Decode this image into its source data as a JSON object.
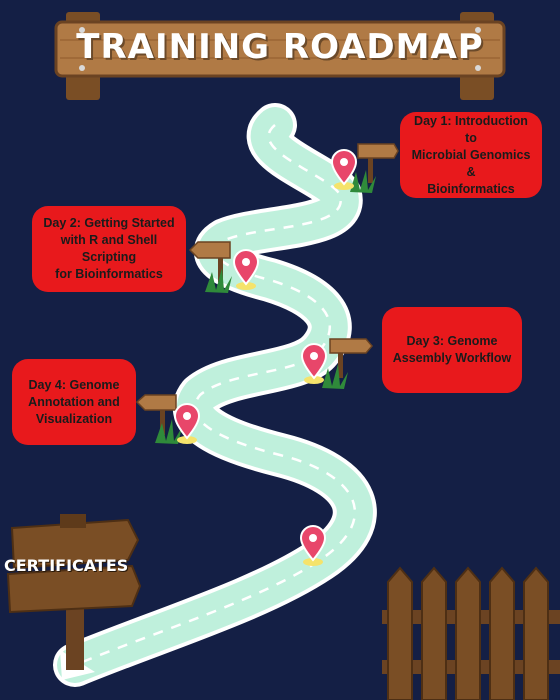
{
  "header": {
    "title": "TRAINING ROADMAP"
  },
  "milestones": [
    {
      "label": "Day 1: Introduction to\nMicrobial Genomics &\nBioinformatics"
    },
    {
      "label": "Day 2: Getting Started\nwith R and Shell Scripting\nfor Bioinformatics"
    },
    {
      "label": "Day 3: Genome\nAssembly Workflow"
    },
    {
      "label": "Day 4: Genome\nAnnotation and\nVisualization"
    }
  ],
  "signpost": {
    "label": "CERTIFICATES"
  },
  "colors": {
    "background": "#141f45",
    "box": "#e8191c",
    "road": "#bff0dc",
    "pin": "#e8466a",
    "wood": "#8a5a2e",
    "grass": "#2f8a3a"
  },
  "icons": [
    "location-pin-icon",
    "arrow-sign-icon",
    "grass-tuft-icon",
    "wooden-sign-icon",
    "fence-icon"
  ]
}
